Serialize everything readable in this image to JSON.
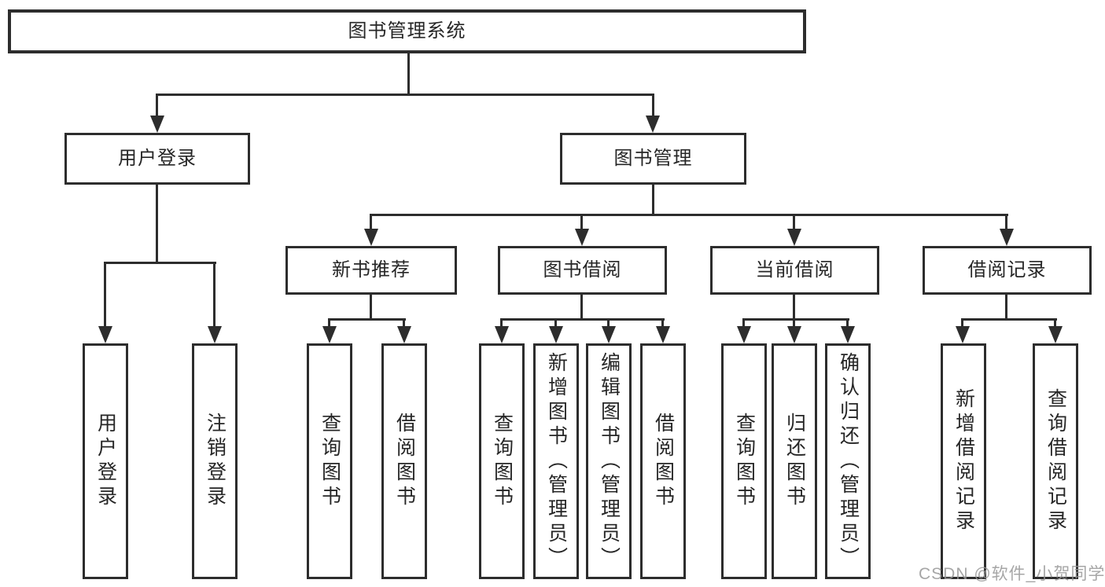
{
  "nodes": {
    "root": "图书管理系统",
    "level2": [
      "用户登录",
      "图书管理"
    ],
    "level3": [
      "新书推荐",
      "图书借阅",
      "当前借阅",
      "借阅记录"
    ],
    "leaves": {
      "login": [
        "用户登录",
        "注销登录"
      ],
      "recommend": [
        "查询图书",
        "借阅图书"
      ],
      "borrow": [
        "查询图书",
        "新增图书（管理员）",
        "编辑图书（管理员）",
        "借阅图书"
      ],
      "current": [
        "查询图书",
        "归还图书",
        "确认归还（管理员）"
      ],
      "records": [
        "新增借阅记录",
        "查询借阅记录"
      ]
    }
  },
  "watermark": "CSDN @软件_小贺同学",
  "colors": {
    "line": "#2d2d2d",
    "text": "#262626",
    "watermark": "#969696",
    "background": "#ffffff"
  }
}
